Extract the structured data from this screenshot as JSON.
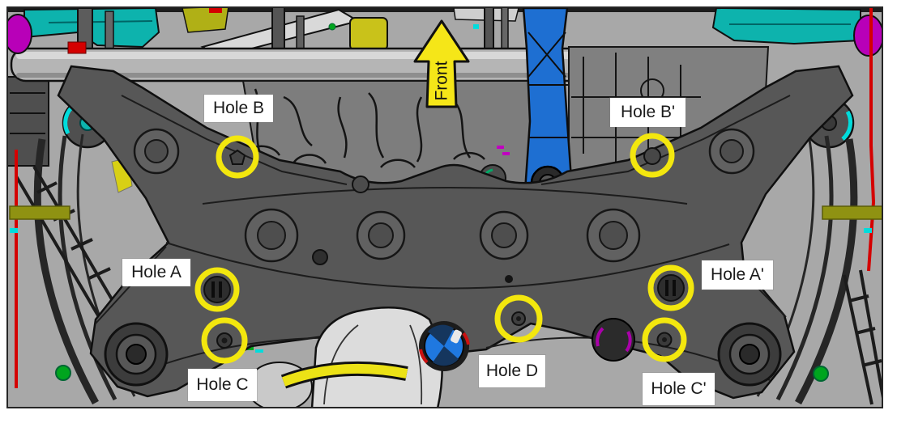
{
  "figure": {
    "type": "cad-underbody-view",
    "description": "Bottom view of vehicle front suspension crossmember (subframe) with mounting holes highlighted",
    "front_arrow_label": "Front"
  },
  "annotations": {
    "holes": [
      {
        "id": "hole-a",
        "label": "Hole A"
      },
      {
        "id": "hole-b",
        "label": "Hole B"
      },
      {
        "id": "hole-c",
        "label": "Hole C"
      },
      {
        "id": "hole-d",
        "label": "Hole D"
      },
      {
        "id": "hole-a-prime",
        "label": "Hole A'"
      },
      {
        "id": "hole-b-prime",
        "label": "Hole B'"
      },
      {
        "id": "hole-c-prime",
        "label": "Hole C'"
      }
    ]
  },
  "colors": {
    "highlight_ring": "#f3e70e",
    "arrow_fill": "#f5e618",
    "subframe_gray": "#575757",
    "machinery_gray": "#a8a8a8",
    "accent_teal": "#0db3ad",
    "accent_blue": "#1e6fd2",
    "accent_magenta": "#b800b8",
    "accent_red": "#d40000",
    "accent_green": "#00a51e",
    "accent_olive": "#8f9212",
    "label_background": "#ffffff",
    "label_text": "#1a1a1a"
  }
}
